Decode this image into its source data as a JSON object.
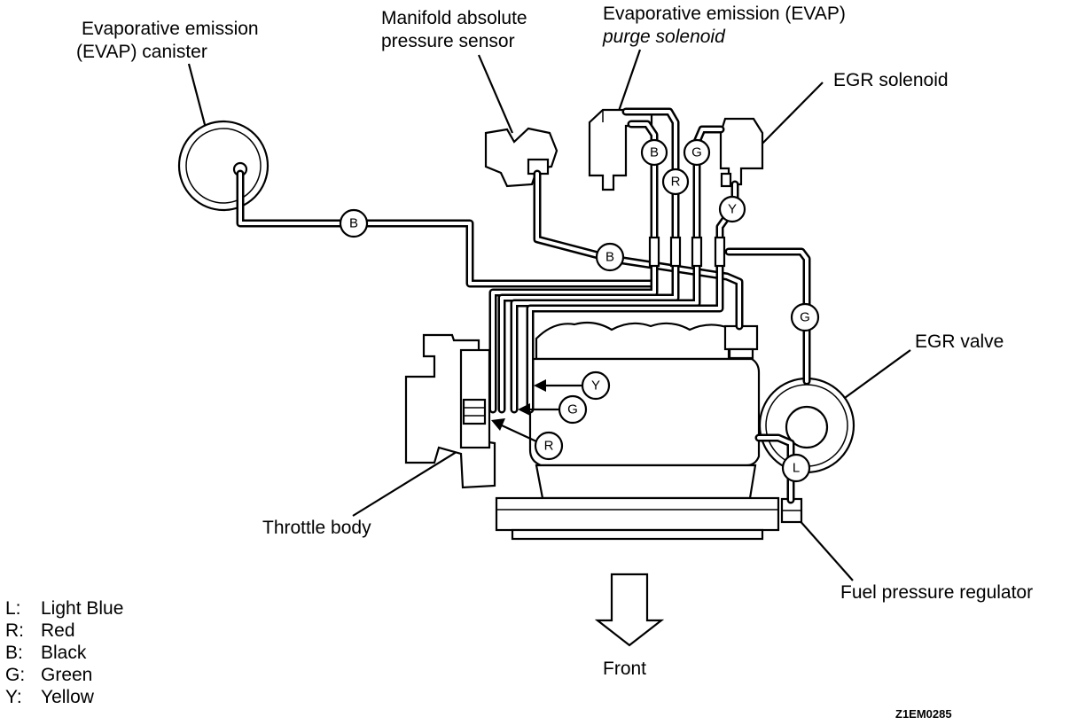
{
  "components": {
    "evap_canister": [
      "Evaporative emission",
      "(EVAP) canister"
    ],
    "map_sensor": [
      "Manifold absolute",
      "pressure sensor"
    ],
    "evap_purge_solenoid": [
      "Evaporative emission (EVAP)",
      "purge solenoid"
    ],
    "egr_solenoid": [
      "EGR solenoid"
    ],
    "egr_valve": [
      "EGR valve"
    ],
    "throttle_body": [
      "Throttle body"
    ],
    "fuel_pressure_regulator": [
      "Fuel pressure regulator"
    ]
  },
  "hose_tags": {
    "canister_line": "B",
    "map_line": "B",
    "purge_b": "B",
    "purge_r": "R",
    "egr_sol_g": "G",
    "egr_sol_y": "Y",
    "egr_valve_g": "G",
    "regulator_l": "L",
    "throttle_y": "Y",
    "throttle_g": "G",
    "throttle_r": "R"
  },
  "direction": {
    "label": "Front"
  },
  "legend": [
    {
      "key": "L:",
      "name": "Light Blue"
    },
    {
      "key": "R:",
      "name": "Red"
    },
    {
      "key": "B:",
      "name": "Black"
    },
    {
      "key": "G:",
      "name": "Green"
    },
    {
      "key": "Y:",
      "name": "Yellow"
    }
  ],
  "figure_code": "Z1EM0285"
}
